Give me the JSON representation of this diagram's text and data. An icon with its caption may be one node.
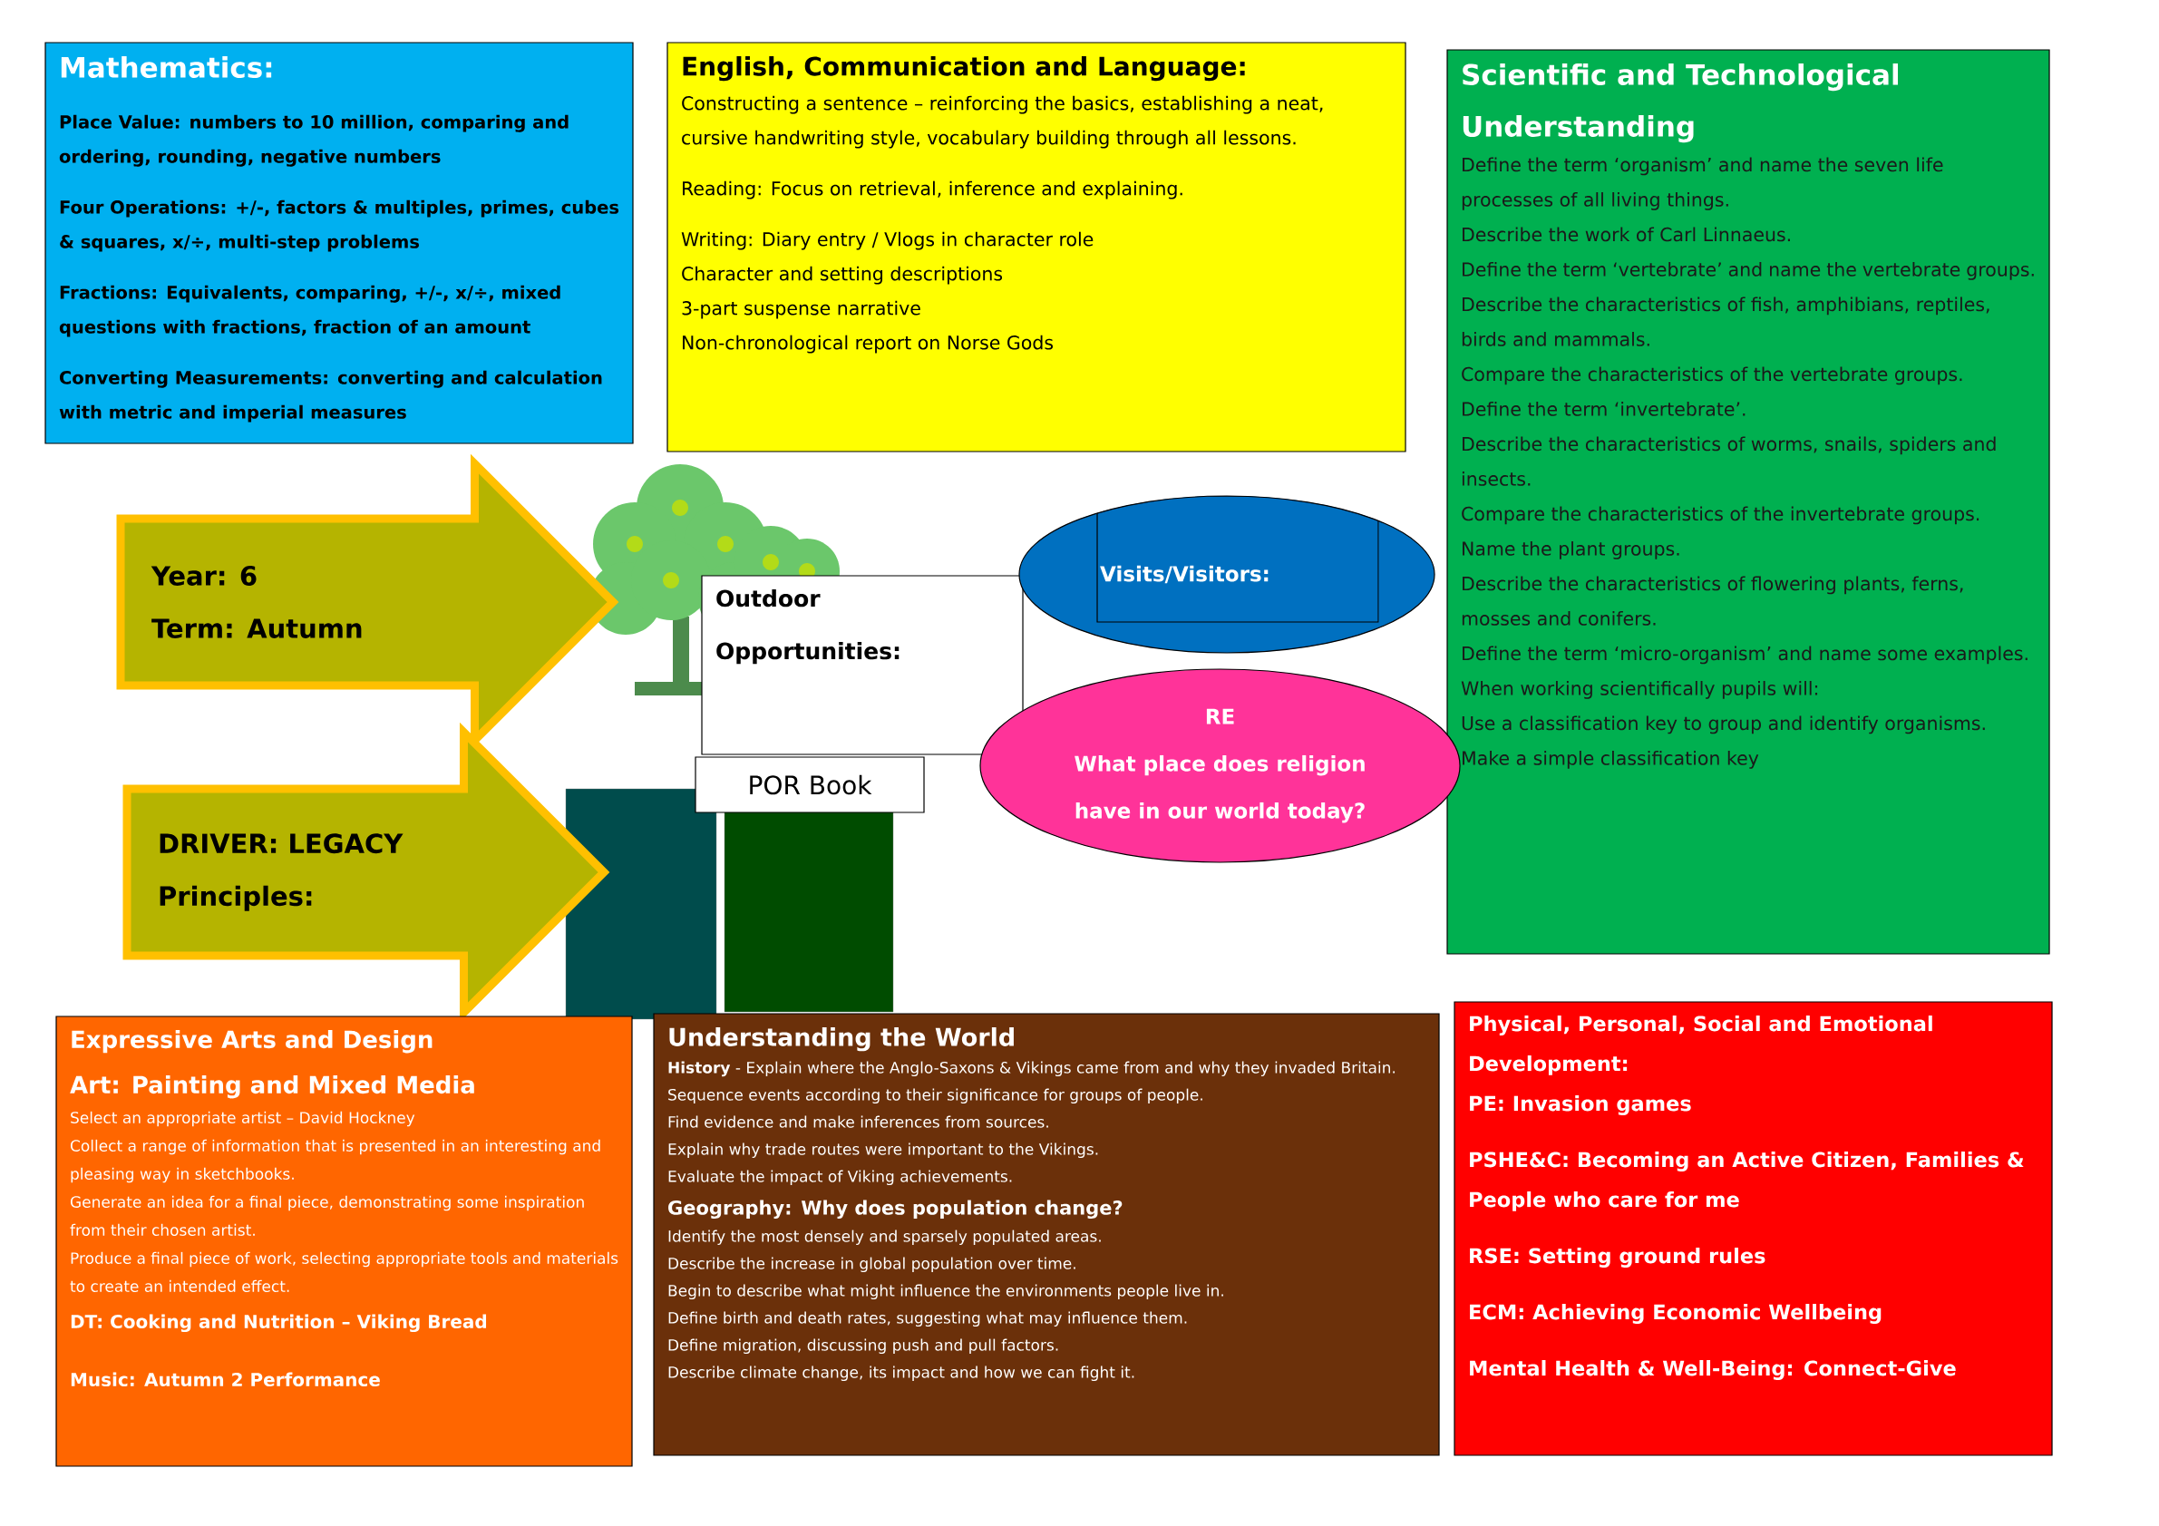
{
  "diagram": {
    "nodes": [
      {
        "text": [
          "Mathematics:",
          "Place Value: numbers to 10 million, comparing and ordering, rounding, negative numbers",
          "Four Operations: +/-, factors & multiples, primes, cubes & squares, x/÷, multi-step problems",
          "Fractions: Equivalents, comparing, +/-, x/÷, mixed questions with fractions, fraction of an amount",
          "Converting Measurements: converting and calculation with metric and imperial measures"
        ]
      },
      {
        "text": [
          "English, Communication and Language:",
          "Constructing a sentence – reinforcing the basics, establishing a neat, cursive handwriting style, vocabulary building through all lessons.",
          "Reading: Focus on retrieval, inference and explaining.",
          "Writing: Diary entry / Vlogs in character role",
          "Character and setting descriptions",
          "3-part suspense narrative",
          "Non-chronological report on Norse Gods"
        ]
      },
      {
        "text": [
          "Scientific and Technological Understanding",
          "Define the term ‘organism’ and name the seven life processes of all living things.",
          "Describe the work of Carl Linnaeus.",
          "Define the term ‘vertebrate’ and name the vertebrate groups.",
          "Describe the characteristics of fish, amphibians, reptiles, birds and mammals.",
          "Compare the characteristics of the vertebrate groups.",
          "Define the term ‘invertebrate’.",
          "Describe the characteristics of worms, snails, spiders and insects.",
          "Compare the characteristics of the invertebrate groups.",
          "Name the plant groups.",
          "Describe the characteristics of flowering plants, ferns, mosses and conifers.",
          "Define the term ‘micro-organism’ and name some examples.",
          "When working scientifically pupils will:",
          "Use a classification key to group and identify organisms.",
          "Make a simple classification key"
        ]
      },
      {
        "text": [
          "Year: 6",
          "Term: Autumn"
        ]
      },
      {
        "text": [
          "Outdoor Opportunities:"
        ]
      },
      {
        "text": [
          "Visits/Visitors:"
        ]
      },
      {
        "text": [
          "POR Book"
        ]
      },
      {
        "text": [
          "RE",
          "What place does religion have in our world today?"
        ]
      },
      {
        "text": [
          "DRIVER: LEGACY",
          "Principles:"
        ]
      },
      {
        "text": [
          "Expressive Arts and Design",
          "Art: Painting and Mixed Media",
          "Select an appropriate artist – David Hockney",
          "Collect a range of information that is presented in an interesting and pleasing way in sketchbooks.",
          "Generate an idea for a final piece, demonstrating some inspiration from their chosen artist.",
          "Produce a final piece of work, selecting appropriate tools and materials to create an intended effect.",
          "DT: Cooking and Nutrition – Viking Bread",
          "Music: Autumn 2 Performance"
        ]
      },
      {
        "text": [
          "Understanding the World",
          "**History** - Explain where the Anglo-Saxons & Vikings came from and why they invaded Britain.",
          "Sequence events according to their significance for groups of people.",
          "Find evidence and make inferences from sources.",
          "Explain why trade routes were important to the Vikings.",
          "Evaluate the impact of Viking achievements.",
          "Geography: Why does population change?",
          "Identify the most densely and sparsely populated areas.",
          "Describe the increase in global population over time.",
          "Begin to describe what might influence the environments people live in.",
          "Define birth and death rates, suggesting what may influence them.",
          "Define migration, discussing push and pull factors.",
          "Describe climate change, its impact and how we can fight it."
        ]
      },
      {
        "text": [
          "Physical, Personal, Social and Emotional Development:",
          "PE: Invasion games",
          "PSHE&C: Becoming an Active Citizen, Families & People who care for me",
          "RSE: Setting ground rules",
          "ECM: Achieving Economic Wellbeing",
          "Mental Health & Well-Being: Connect-Give"
        ]
      }
    ]
  }
}
